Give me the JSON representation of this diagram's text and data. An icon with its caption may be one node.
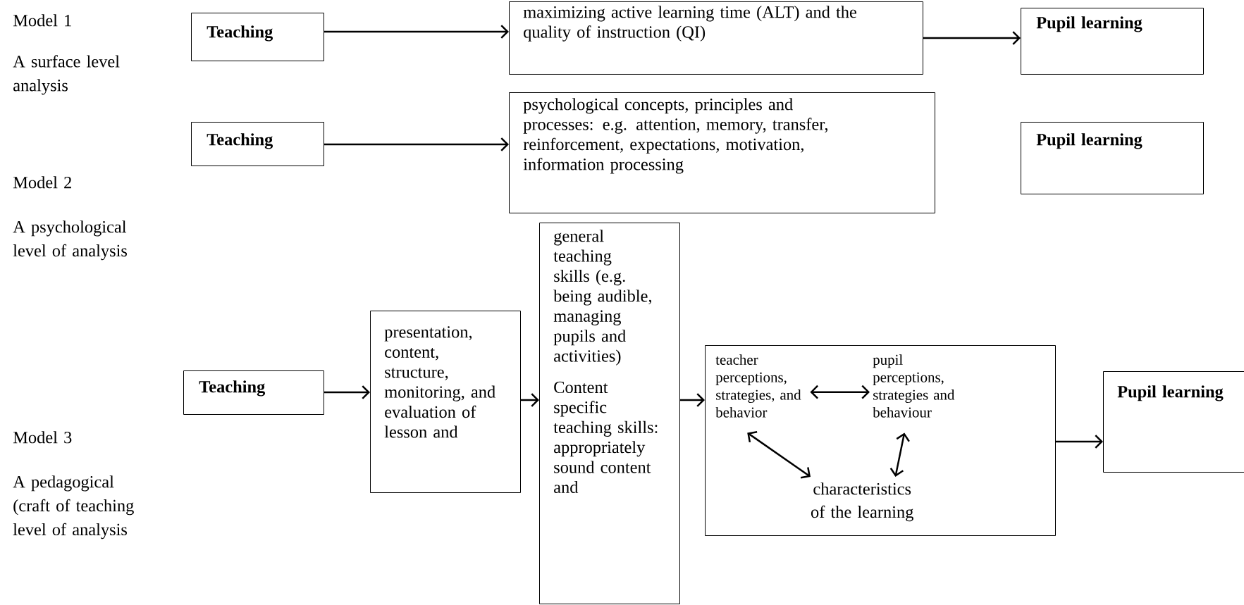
{
  "diagram": {
    "nodes": [
      {
        "text": [
          "Teaching"
        ]
      },
      {
        "text": [
          "maximizing active learning time (ALT) and the quality of instruction (QI)"
        ]
      },
      {
        "text": [
          "Pupil learning"
        ]
      },
      {
        "text": [
          "Teaching"
        ]
      },
      {
        "text": [
          "psychological concepts, principles and processes: e.g. attention, memory, transfer, reinforcement, expectations, motivation, information processing"
        ]
      },
      {
        "text": [
          "Pupil learning"
        ]
      },
      {
        "text": [
          "Teaching"
        ]
      },
      {
        "text": [
          "presentation, content, structure, monitoring, and evaluation of lesson and"
        ]
      },
      {
        "text": [
          "general teaching skills (e.g. being audible, managing pupils and activities)",
          "Content specific teaching skills: appropriately sound content and"
        ]
      },
      {
        "text": [],
        "shape": "box"
      },
      {
        "text": [
          "teacher perceptions, strategies, and behavior"
        ],
        "in": 9
      },
      {
        "text": [
          "pupil perceptions, strategies and behaviour"
        ],
        "in": 9
      },
      {
        "text": [
          "characteristics of the learning"
        ],
        "in": 9
      },
      {
        "text": [
          "Pupil learning"
        ]
      }
    ],
    "edges": [
      {
        "from": 0,
        "to": 1,
        "arrow": "to"
      },
      {
        "from": 1,
        "to": 2,
        "arrow": "to"
      },
      {
        "from": 3,
        "to": 4,
        "arrow": "to"
      },
      {
        "from": 6,
        "to": 7,
        "arrow": "to"
      },
      {
        "from": 7,
        "to": 8,
        "arrow": "to"
      },
      {
        "from": 8,
        "to": 9,
        "arrow": "to"
      },
      {
        "from": 10,
        "to": 11,
        "arrow": "both"
      },
      {
        "from": 10,
        "to": 12,
        "arrow": "both"
      },
      {
        "from": 11,
        "to": 12,
        "arrow": "both"
      },
      {
        "from": 9,
        "to": 13,
        "arrow": "to"
      }
    ],
    "labels": [
      "Model 1",
      "A surface level analysis",
      "Model 2",
      "A psychological level of analysis",
      "Model 3",
      "A pedagogical (craft of teaching level of analysis"
    ]
  }
}
